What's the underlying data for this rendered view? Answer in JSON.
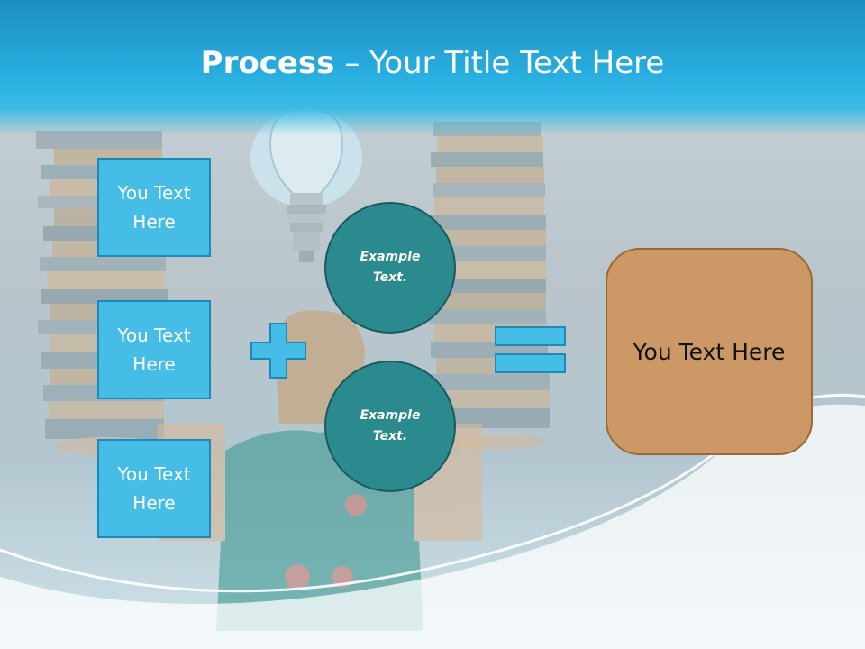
{
  "slide": {
    "title_bold": "Process",
    "title_dash": " – ",
    "title_rest": "Your Title Text Here"
  },
  "left_boxes": [
    {
      "label": "You Text Here"
    },
    {
      "label": "You Text Here"
    },
    {
      "label": "You Text Here"
    }
  ],
  "circles": [
    {
      "label": "Example Text."
    },
    {
      "label": "Example Text."
    }
  ],
  "result_box": {
    "label": "You Text Here"
  },
  "symbols": {
    "plus": "plus-icon",
    "equals": "equals-icon"
  },
  "colors": {
    "title_bar": "#27aee0",
    "box_fill": "#45bde6",
    "box_border": "#1b8ab8",
    "circle_fill": "#2b8a8e",
    "result_fill": "#cc9966"
  }
}
